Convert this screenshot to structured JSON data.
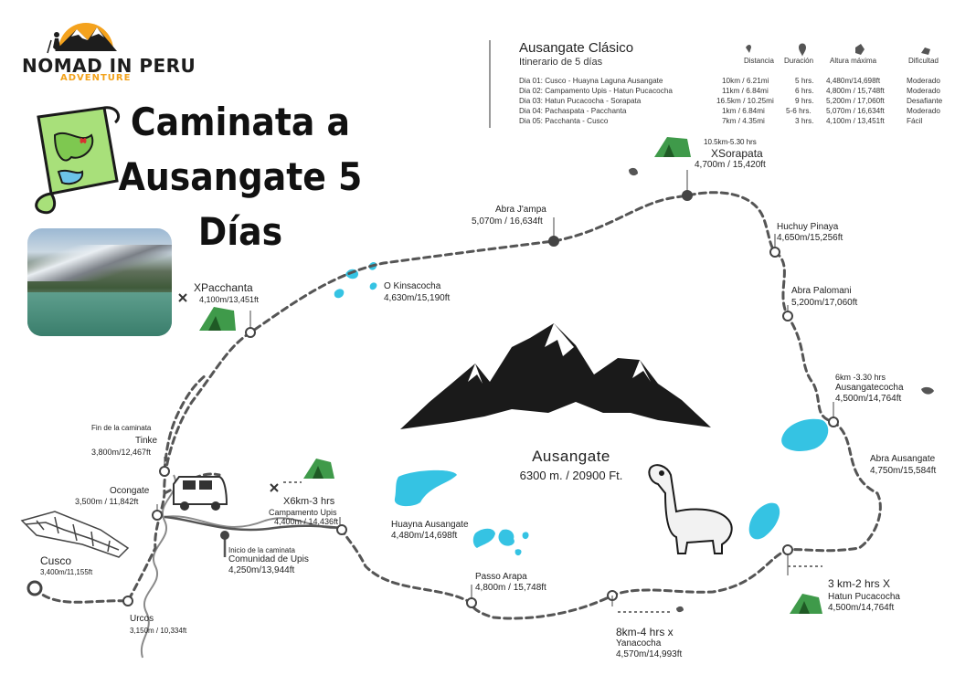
{
  "header": {
    "logo_name": "NOMAD IN PERU",
    "logo_sub": "ADVENTURE",
    "title_line1": "Caminata a",
    "title_line2": "Ausangate 5 Días"
  },
  "itinerary": {
    "title": "Ausangate Clásico",
    "subtitle": "Itinerario de 5 días",
    "columns": {
      "distance": "Distancia",
      "duration": "Duración",
      "altitude": "Altura máxima",
      "difficulty": "Dificultad"
    },
    "days": [
      {
        "day": "Dia 01: Cusco - Huayna Laguna Ausangate",
        "distance": "10km / 6.21mi",
        "duration": "5 hrs.",
        "altitude": "4,480m/14,698ft",
        "difficulty": "Moderado"
      },
      {
        "day": "Dia 02: Campamento Upis - Hatun Pucacocha",
        "distance": "11km / 6.84mi",
        "duration": "6 hrs.",
        "altitude": "4,800m / 15,748ft",
        "difficulty": "Moderado"
      },
      {
        "day": "Dia 03: Hatun Pucacocha - Sorapata",
        "distance": "16.5km / 10.25mi",
        "duration": "9 hrs.",
        "altitude": "5,200m / 17,060ft",
        "difficulty": "Desafiante"
      },
      {
        "day": "Dia 04: Pachaspata - Pacchanta",
        "distance": "1km / 6.84mi",
        "duration": "5-6 hrs.",
        "altitude": "5,070m / 16,634ft",
        "difficulty": "Moderado"
      },
      {
        "day": "Dia 05: Pacchanta - Cusco",
        "distance": "7km / 4.35mi",
        "duration": "3 hrs.",
        "altitude": "4,100m / 13,451ft",
        "difficulty": "Fácil"
      }
    ]
  },
  "mountain": {
    "name": "Ausangate",
    "altitude": "6300 m. / 20900 Ft."
  },
  "places": {
    "cusco": {
      "name": "Cusco",
      "alt": "3,400m/11,155ft"
    },
    "urcos": {
      "name": "Urcos",
      "alt": "3,150m / 10,334ft"
    },
    "ocongate": {
      "name": "Ocongate",
      "alt": "3,500m / 11,842ft"
    },
    "tinke": {
      "note": "Fin de la caminata",
      "name": "Tinke",
      "alt": "3,800m/12,467ft"
    },
    "pacchanta": {
      "name": "XPacchanta",
      "alt": "4,100m/13,451ft"
    },
    "kinsacocha": {
      "name": "O Kinsacocha",
      "alt": "4,630m/15,190ft"
    },
    "abra_jampa": {
      "name": "Abra J'ampa",
      "alt": "5,070m / 16,634ft"
    },
    "sorapata": {
      "info": "10.5km-5.30 hrs",
      "name": "XSorapata",
      "alt": "4,700m / 15,420ft"
    },
    "huchuy": {
      "name": "Huchuy Pinaya",
      "alt": "4,650m/15,256ft"
    },
    "palomani": {
      "name": "Abra Palomani",
      "alt": "5,200m/17,060ft"
    },
    "ausangatecocha": {
      "info": "6km -3.30 hrs",
      "name": "Ausangatecocha",
      "alt": "4,500m/14,764ft"
    },
    "abra_ausangate": {
      "name": "Abra Ausangate",
      "alt": "4,750m/15,584ft"
    },
    "hatun": {
      "info": "3 km-2 hrs X",
      "name": "Hatun Pucacocha",
      "alt": "4,500m/14,764ft"
    },
    "yanacocha": {
      "info": "8km-4 hrs x",
      "name": "Yanacocha",
      "alt": "4,570m/14,993ft"
    },
    "passo_arapa": {
      "name": "Passo Arapa",
      "alt": "4,800m / 15,748ft"
    },
    "huayna": {
      "name": "Huayna Ausangate",
      "alt": "4,480m/14,698ft"
    },
    "upis_camp": {
      "info": "X6km-3 hrs",
      "name": "Campamento Upis",
      "alt": "4,400m / 14,436ft"
    },
    "upis_start": {
      "note": "Inicio de la caminata",
      "name": "Comunidad de Upis",
      "alt": "4,250m/13,944ft"
    }
  },
  "colors": {
    "trail": "#555555",
    "lake": "#35c3e3",
    "tent": "#3f9a4a",
    "logo_sun": "#f4a21d"
  }
}
